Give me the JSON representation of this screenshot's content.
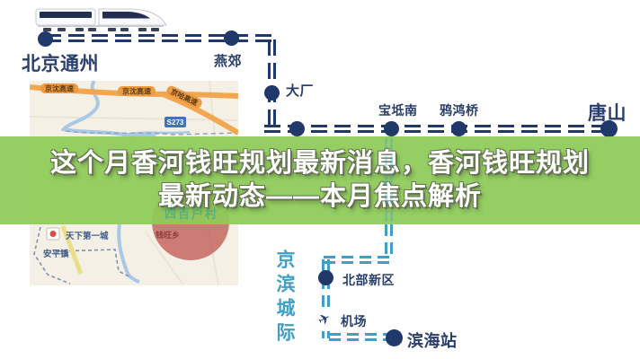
{
  "overlay": {
    "title_line1": "这个月香河钱旺规划最新消息，香河钱旺规划",
    "title_line2": "最新动态——本月焦点解析"
  },
  "top_route": {
    "stations": {
      "tongzhou": "北京通州",
      "yanjiao": "燕郊",
      "dachang": "大厂",
      "baodinan": "宝坻南",
      "yahongqiao": "鸦鸿桥",
      "tangshan": "唐山"
    }
  },
  "bottom_route": {
    "line_name": "京滨城际",
    "stations": {
      "beibuxinqu": "北部新区",
      "jichang": "机场",
      "binhai": "滨海站"
    },
    "airport_icon": "✈"
  },
  "map": {
    "highway_label_a": "京沈高速",
    "highway_label_b": "京沈高速",
    "highway_label_c": "京哈高速",
    "road_shield": "S273",
    "poi_theme_park": "天下第一城",
    "poi_anping": "安平镇",
    "poi_ghost": "四百户村",
    "highlight_area": "钱旺乡"
  },
  "colors": {
    "rail_navy": "#20386a",
    "rail_cyan": "#3f9fc7",
    "overlay_green": "#8ecb58",
    "highlight_red": "#c4605c"
  }
}
